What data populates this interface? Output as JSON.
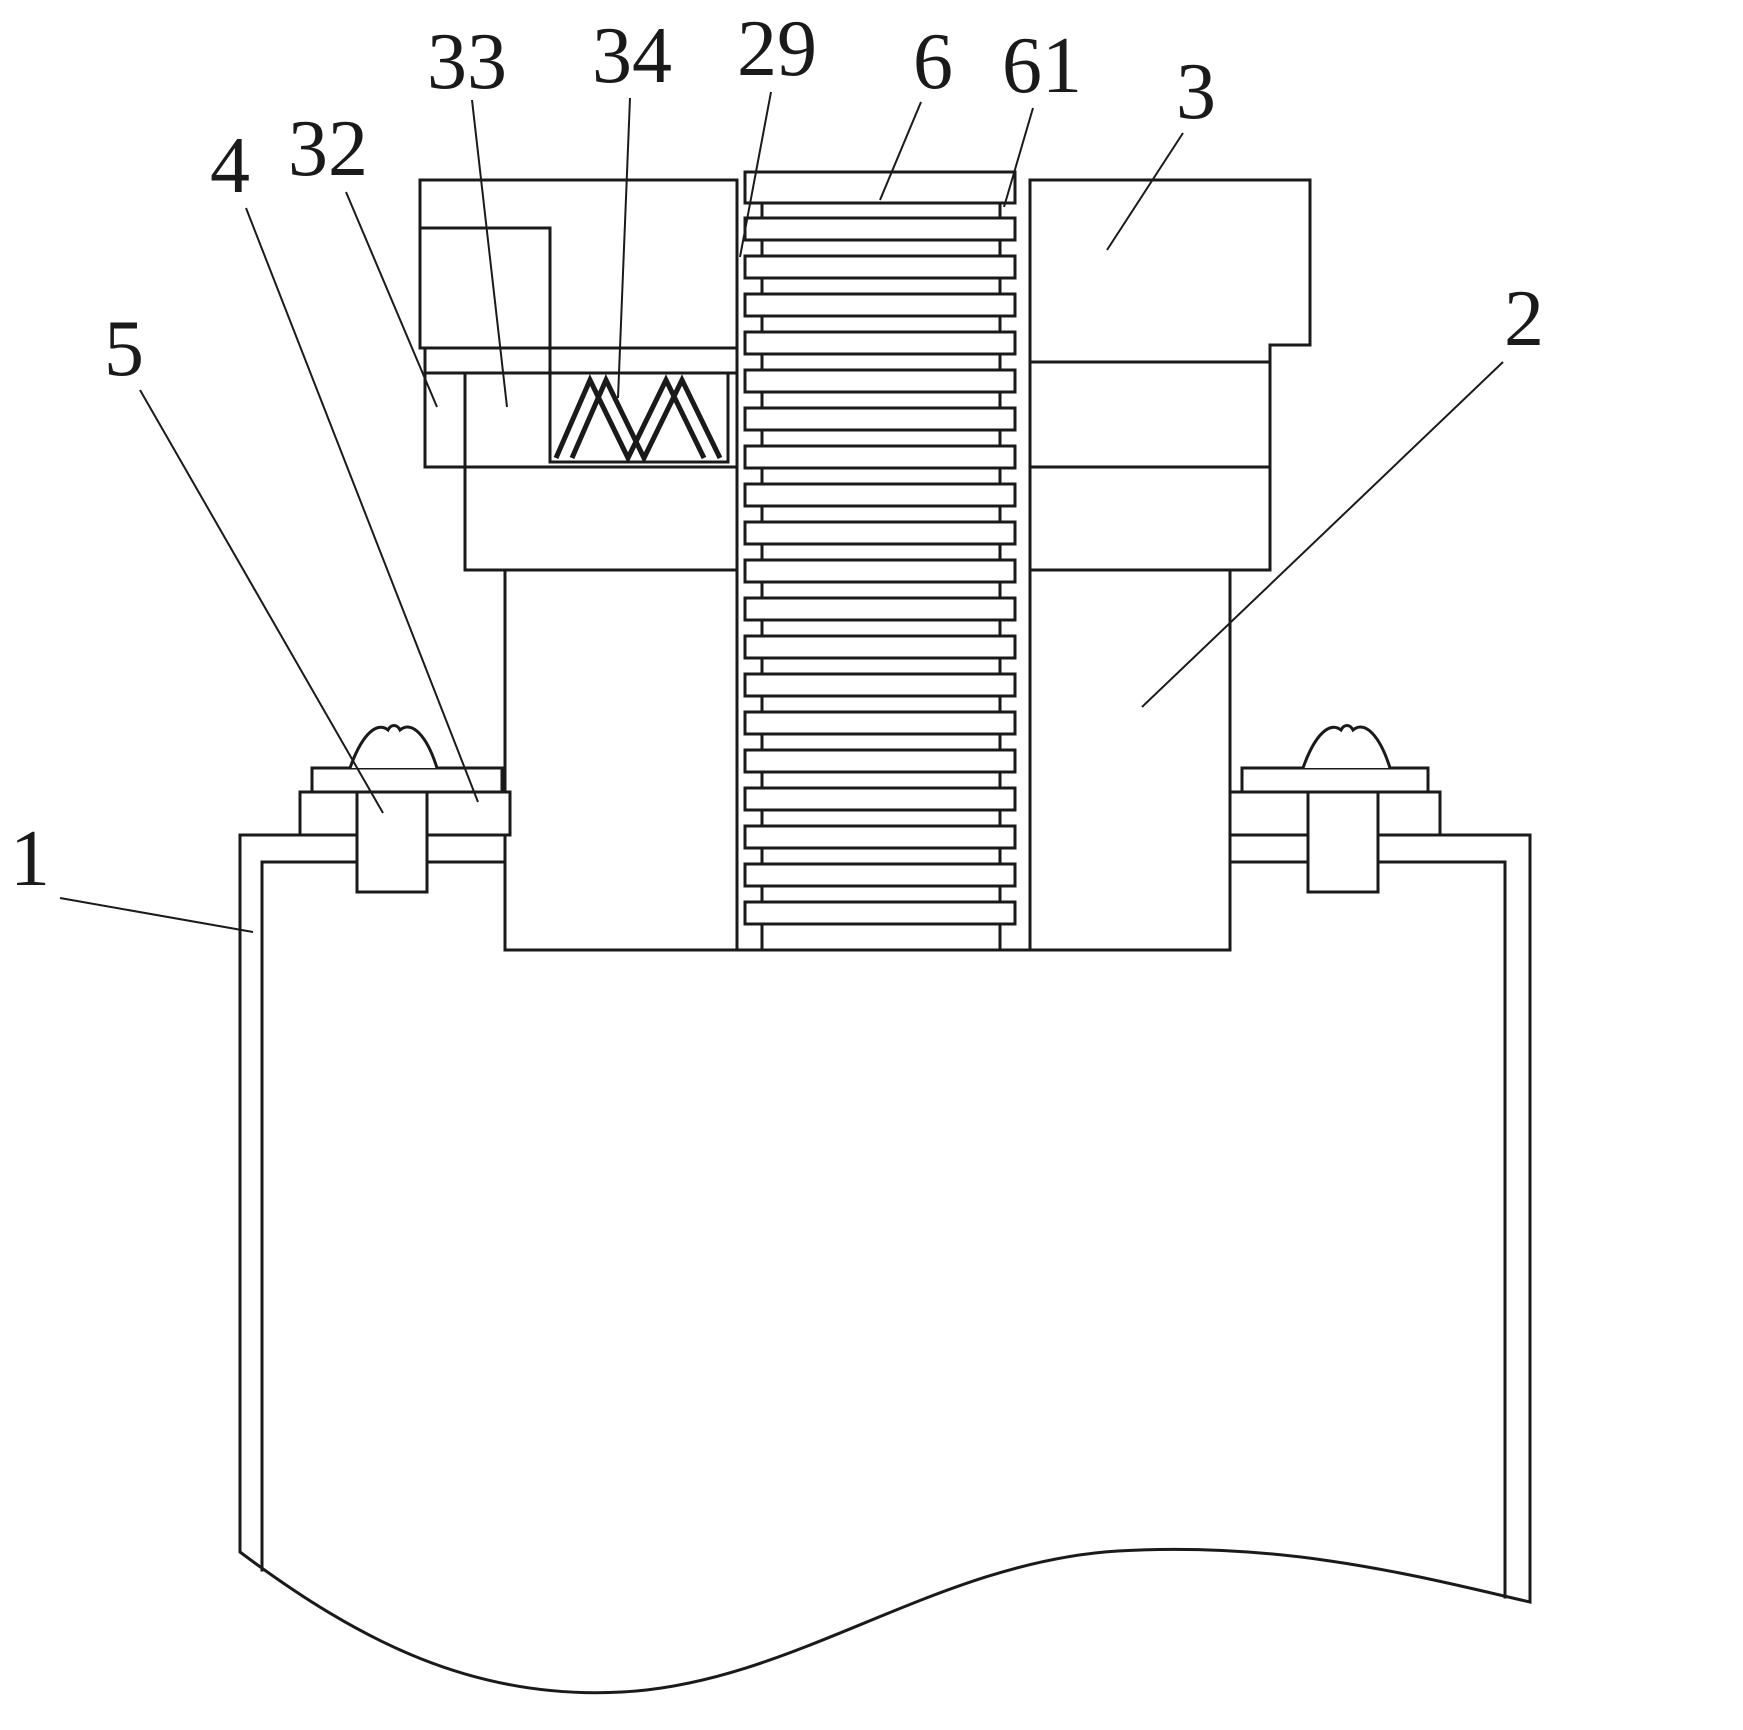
{
  "figure": {
    "background_color": "#ffffff",
    "line_color": "#1a1a1a",
    "labels": [
      "1",
      "2",
      "3",
      "4",
      "5",
      "6",
      "29",
      "32",
      "33",
      "34",
      "61"
    ]
  }
}
